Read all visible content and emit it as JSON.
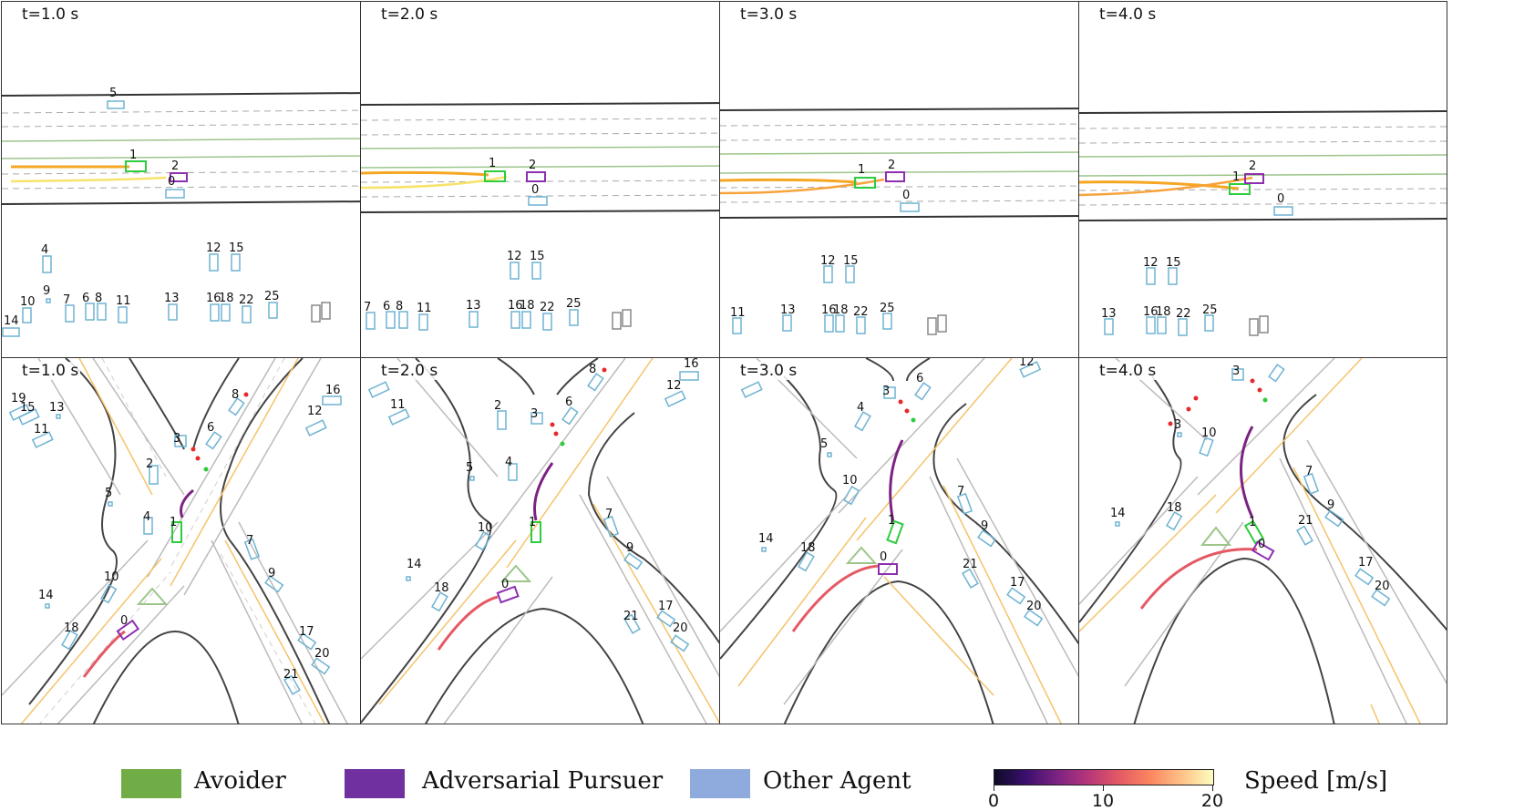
{
  "panels_top": [
    {
      "time": "t=1.0 s",
      "labels": [
        "1",
        "2",
        "0",
        "5",
        "4",
        "9",
        "10",
        "7",
        "6",
        "8",
        "11",
        "13",
        "12",
        "15",
        "16",
        "18",
        "22",
        "25",
        "14"
      ]
    },
    {
      "time": "t=2.0 s",
      "labels": [
        "1",
        "2",
        "0",
        "12",
        "15",
        "7",
        "6",
        "8",
        "11",
        "13",
        "16",
        "18",
        "22",
        "25"
      ]
    },
    {
      "time": "t=3.0 s",
      "labels": [
        "1",
        "2",
        "0",
        "12",
        "15",
        "11",
        "13",
        "16",
        "18",
        "22",
        "25"
      ]
    },
    {
      "time": "t=4.0 s",
      "labels": [
        "1",
        "2",
        "0",
        "12",
        "15",
        "13",
        "16",
        "18",
        "22",
        "25"
      ]
    }
  ],
  "panels_bottom": [
    {
      "time": "t=1.0 s",
      "labels": [
        "1",
        "0",
        "2",
        "3",
        "4",
        "5",
        "6",
        "8",
        "10",
        "11",
        "12",
        "13",
        "14",
        "15",
        "16",
        "17",
        "18",
        "19",
        "20",
        "21",
        "7",
        "9"
      ]
    },
    {
      "time": "t=2.0 s",
      "labels": [
        "1",
        "0",
        "2",
        "3",
        "4",
        "5",
        "6",
        "8",
        "10",
        "11",
        "12",
        "14",
        "16",
        "17",
        "18",
        "20",
        "21",
        "7",
        "9"
      ]
    },
    {
      "time": "t=3.0 s",
      "labels": [
        "1",
        "0",
        "3",
        "4",
        "5",
        "6",
        "10",
        "12",
        "14",
        "17",
        "18",
        "20",
        "21",
        "7",
        "9"
      ]
    },
    {
      "time": "t=4.0 s",
      "labels": [
        "1",
        "0",
        "3",
        "10",
        "14",
        "17",
        "18",
        "20",
        "21",
        "7",
        "9"
      ]
    }
  ],
  "legend": {
    "items": [
      {
        "label": "Avoider",
        "color": "#70ad47"
      },
      {
        "label": "Adversarial Pursuer",
        "color": "#7030a0"
      },
      {
        "label": "Other Agent",
        "color": "#8faadc"
      }
    ],
    "colorbar": {
      "label": "Speed [m/s]",
      "ticks": [
        "0",
        "10",
        "20"
      ],
      "min": 0,
      "max": 20,
      "colormap": "inferno"
    }
  },
  "colors": {
    "avoider": "#2ecc40",
    "pursuer": "#8e2fb0",
    "other": "#6fb3d2",
    "parked": "#888888"
  }
}
